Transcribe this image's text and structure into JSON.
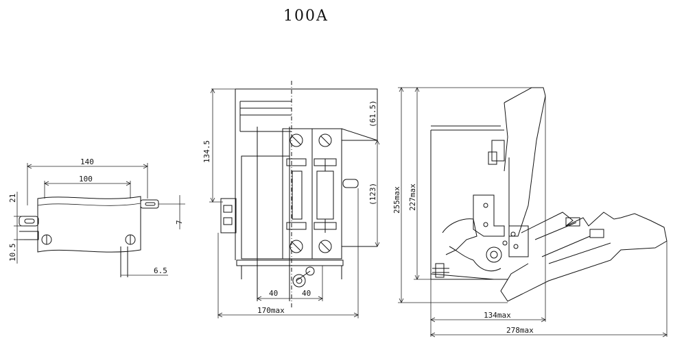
{
  "title": "100A",
  "side_view": {
    "dims": {
      "w140": "140",
      "w100": "100",
      "h21": "21",
      "h10_5": "10.5",
      "d7": "7",
      "d6_5": "6.5"
    }
  },
  "front_view": {
    "dims": {
      "h134_5": "134.5",
      "d61_5": "(61.5)",
      "d123": "(123)",
      "w40a": "40",
      "w40b": "40",
      "w170": "170max"
    }
  },
  "profile_view": {
    "dims": {
      "h255": "255max",
      "h227": "227max",
      "w134": "134max",
      "w278": "278max"
    }
  }
}
